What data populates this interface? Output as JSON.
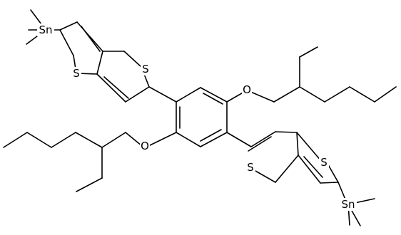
{
  "atom_labels": {
    "sn_top": "Sn",
    "sn_bottom": "Sn",
    "s_top_a": "S",
    "s_top_b": "S",
    "s_bottom_a": "S",
    "s_bottom_b": "S",
    "o_upper": "O",
    "o_lower": "O"
  },
  "colors": {
    "bond": "#000000",
    "label": "#000000",
    "background": "#ffffff"
  }
}
